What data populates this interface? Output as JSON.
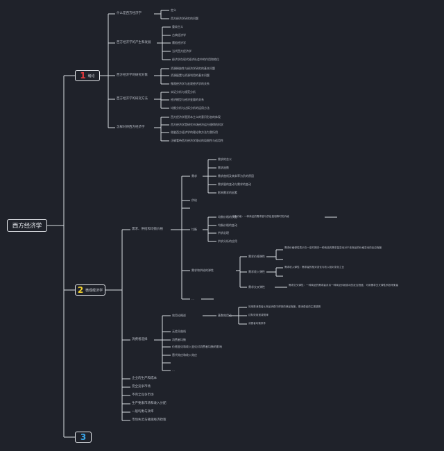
{
  "root": {
    "label": "西方经济学"
  },
  "branches": [
    {
      "number": "1",
      "label": "绪论",
      "color": "#e8393d"
    },
    {
      "number": "2",
      "label": "微观经济学",
      "color": "#f3d22e"
    },
    {
      "number": "3",
      "label": "",
      "color": "#3aa6e8"
    }
  ],
  "b1": {
    "l1": [
      "什么是西方经济学",
      "西方经济学的产生和发展",
      "西方经济学的研究对象",
      "西方经济学的研究方法",
      "怎样对待西方经济学"
    ],
    "l2": [
      "定义",
      "西方经济学研究的问题",
      "重商主义",
      "古典经济学",
      "庸俗经济学",
      "当代西方经济学",
      "经济学在现代经济社会中的作用和地位",
      "资源稀缺性与经济学研究的基本问题",
      "资源配置与资源利用的基本问题",
      "微观经济学与宏观经济学的关系",
      "实证分析与规范分析",
      "经济模型与经济变量的关系",
      "均衡分析与边际分析的运用方法",
      "西方经济学是资本主义的意识形态的体现",
      "西方经济学是研究市场经济运行规律的科学",
      "借鉴西方经济学的理论和方法为我所用",
      "正确看待西方经济学理论的局限性与适用性"
    ]
  },
  "b2": {
    "l1": [
      "需求、供给和均衡价格",
      "消费者选择",
      "企业的生产和成本",
      "完全竞争市场",
      "不完全竞争市场",
      "生产要素市场和收入分配",
      "一般均衡与效率",
      "市场失灵与微观经济政策"
    ],
    "l2": [
      "需求",
      "供给",
      "均衡",
      "需求和供给的弹性",
      "…",
      "效用论概述",
      "无差异曲线",
      "消费者均衡",
      "价格变化和收入变化对消费者均衡的影响",
      "替代效应和收入效应",
      "…"
    ],
    "l3": [
      "需求的含义",
      "需求函数",
      "需求曲线及其斜率为负的原因",
      "需求量的变动与需求的变动",
      "影响需求的因素",
      "均衡价格的决定",
      "均衡价格的变动",
      "供求定理",
      "供求分析的应用",
      "需求价格弹性",
      "需求收入弹性",
      "需求交叉弹性",
      "基数效用论"
    ],
    "l4": [
      "均衡价格：一种商品的需求量与供给量相等时的价格",
      "——",
      "效用是消费者从商品消费中得到的满足程度，是消费者的主观感受",
      "边际效用递减规律",
      "消费者均衡条件"
    ],
    "long_notes": [
      "需求价格弹性表示在一定时期内一种商品的需求量变动对于该商品的价格变动的反应程度",
      "需求收入弹性：需求量的相对变化与收入相对变化之比",
      "需求交叉弹性：一种商品的需求量对另一种商品价格变动的反应程度，可用需求交叉弹性系数来衡量"
    ]
  }
}
